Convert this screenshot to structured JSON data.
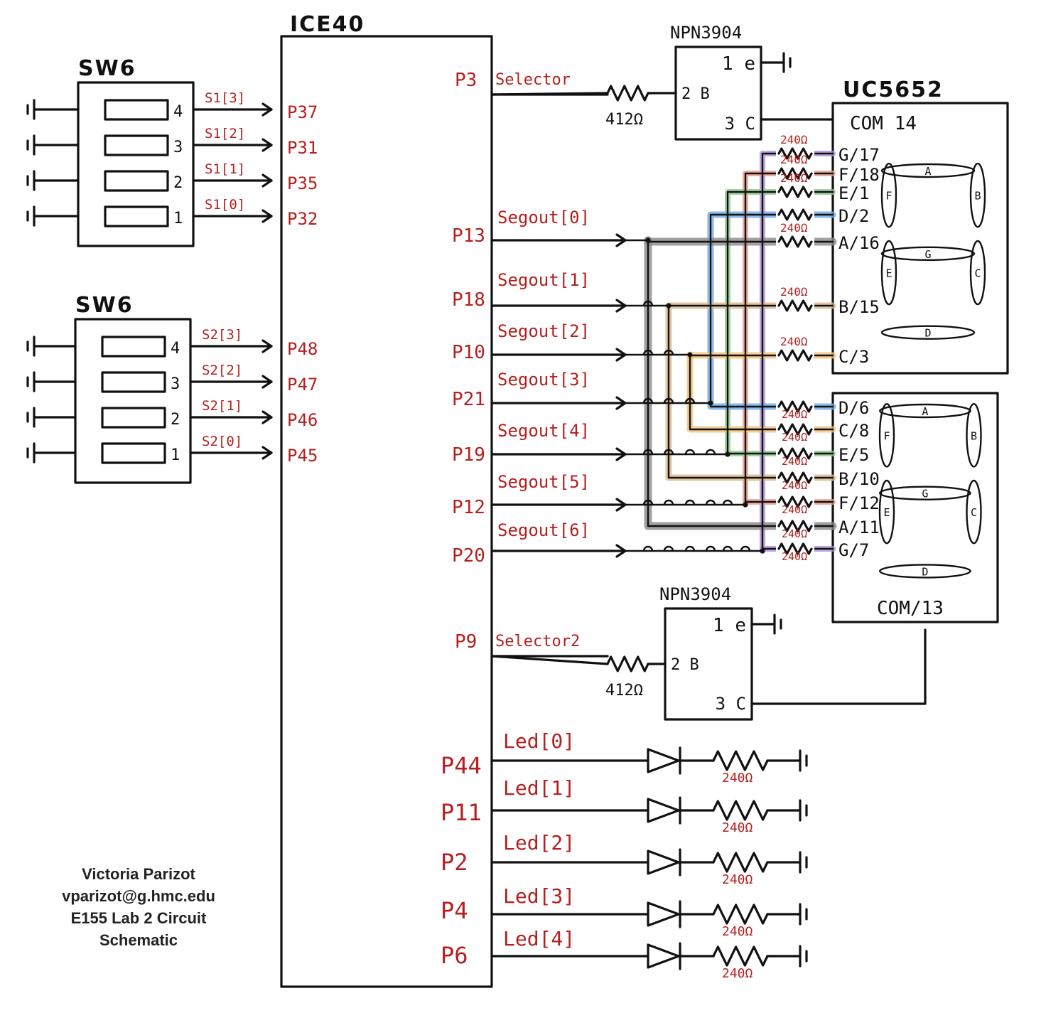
{
  "fpga": {
    "label": "ICE40"
  },
  "switches": [
    {
      "label": "SW6",
      "positions": [
        "4",
        "3",
        "2",
        "1"
      ],
      "signals": [
        {
          "name": "S1[3]",
          "pin": "P37"
        },
        {
          "name": "S1[2]",
          "pin": "P31"
        },
        {
          "name": "S1[1]",
          "pin": "P35"
        },
        {
          "name": "S1[0]",
          "pin": "P32"
        }
      ]
    },
    {
      "label": "SW6",
      "positions": [
        "4",
        "3",
        "2",
        "1"
      ],
      "signals": [
        {
          "name": "S2[3]",
          "pin": "P48"
        },
        {
          "name": "S2[2]",
          "pin": "P47"
        },
        {
          "name": "S2[1]",
          "pin": "P46"
        },
        {
          "name": "S2[0]",
          "pin": "P45"
        }
      ]
    }
  ],
  "selectors": [
    {
      "pin": "P3",
      "net": "Selector",
      "resistor": "412Ω",
      "transistor": {
        "label": "NPN3904",
        "e": "1 e",
        "b": "2 B",
        "c": "3 C"
      }
    },
    {
      "pin": "P9",
      "net": "Selector2",
      "resistor": "412Ω",
      "transistor": {
        "label": "NPN3904",
        "e": "1 e",
        "b": "2 B",
        "c": "3 C"
      }
    }
  ],
  "segments": [
    {
      "pin": "P13",
      "net": "Segout[0]"
    },
    {
      "pin": "P18",
      "net": "Segout[1]"
    },
    {
      "pin": "P10",
      "net": "Segout[2]"
    },
    {
      "pin": "P21",
      "net": "Segout[3]"
    },
    {
      "pin": "P19",
      "net": "Segout[4]"
    },
    {
      "pin": "P12",
      "net": "Segout[5]"
    },
    {
      "pin": "P20",
      "net": "Segout[6]"
    }
  ],
  "display": {
    "label": "UC5652",
    "com_top": "COM 14",
    "com_bottom": "COM/13",
    "resistor": "240Ω",
    "top_pins": [
      "G/17",
      "F/18",
      "E/1",
      "D/2",
      "A/16",
      "B/15",
      "C/3"
    ],
    "bottom_pins": [
      "D/6",
      "C/8",
      "E/5",
      "B/10",
      "F/12",
      "A/11",
      "G/7"
    ],
    "segment_letters": [
      "A",
      "B",
      "C",
      "D",
      "E",
      "F",
      "G"
    ]
  },
  "leds": [
    {
      "pin": "P44",
      "net": "Led[0]",
      "resistor": "240Ω"
    },
    {
      "pin": "P11",
      "net": "Led[1]",
      "resistor": "240Ω"
    },
    {
      "pin": "P2",
      "net": "Led[2]",
      "resistor": "240Ω"
    },
    {
      "pin": "P4",
      "net": "Led[3]",
      "resistor": "240Ω"
    },
    {
      "pin": "P6",
      "net": "Led[4]",
      "resistor": "240Ω"
    }
  ],
  "credit": {
    "name": "Victoria Parizot",
    "email": "vparizot@g.hmc.edu",
    "course": "E155 Lab 2 Circuit",
    "doc": "Schematic"
  },
  "colors": {
    "ink": "#111111",
    "label_red": "#b3201f",
    "wire_gray": "#8a8a8a",
    "wire_tan": "#d9b98a",
    "wire_orange": "#f2c27a",
    "wire_blue": "#6da8e6",
    "wire_green": "#8cc48a",
    "wire_red": "#e89a90",
    "wire_purple": "#a98fd8"
  }
}
